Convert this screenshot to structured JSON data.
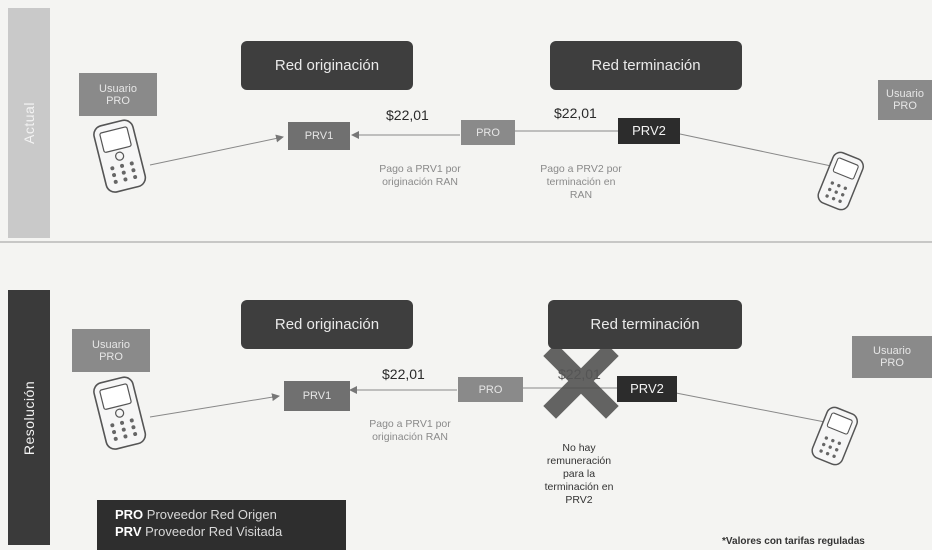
{
  "actual": {
    "side_label": "Actual",
    "net_origin": "Red originación",
    "net_termination": "Red terminación",
    "user_left": "Usuario\nPRO",
    "user_right": "Usuario\nPRO",
    "prv1": "PRV1",
    "pro": "PRO",
    "prv2": "PRV2",
    "amount_left": "$22,01",
    "amount_right": "$22,01",
    "caption_left": "Pago a PRV1 por\noriginación RAN",
    "caption_right": "Pago a PRV2 por\nterminación en\nRAN"
  },
  "resolucion": {
    "side_label": "Resolución",
    "net_origin": "Red originación",
    "net_termination": "Red terminación",
    "user_left": "Usuario\nPRO",
    "user_right": "Usuario\nPRO",
    "prv1": "PRV1",
    "pro": "PRO",
    "prv2": "PRV2",
    "amount_left": "$22,01",
    "amount_right": "$22,01",
    "caption_left": "Pago a PRV1 por\noriginación RAN",
    "caption_right": "No hay\nremuneración\npara la\nterminación en\nPRV2"
  },
  "legend": {
    "pro_abbr": "PRO",
    "pro_text": "Proveedor Red Origen",
    "prv_abbr": "PRV",
    "prv_text": "Proveedor Red Visitada"
  },
  "footnote": "*Valores con tarifas reguladas",
  "colors": {
    "dark": "#3e3e3e",
    "mid": "#8a8a8a",
    "cross": "#4a4a4a"
  }
}
